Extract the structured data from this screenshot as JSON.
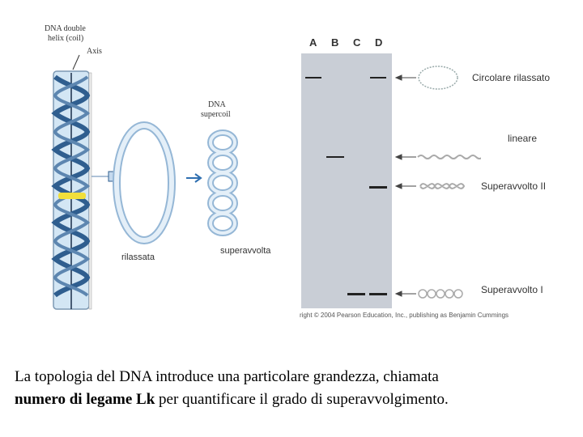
{
  "left_figure": {
    "helix_label_line1": "DNA double",
    "helix_label_line2": "helix (coil)",
    "axis_label": "Axis",
    "supercoil_label_line1": "DNA",
    "supercoil_label_line2": "supercoil",
    "relaxed_label": "rilassata",
    "supercoiled_label": "superavvolta"
  },
  "gel": {
    "lanes": [
      "A",
      "B",
      "C",
      "D"
    ],
    "forms": [
      {
        "name": "Circolare rilassato",
        "bands_in_lanes": [
          "A",
          "D"
        ]
      },
      {
        "name": "lineare",
        "bands_in_lanes": [
          "B"
        ]
      },
      {
        "name": "Superavvolto II",
        "bands_in_lanes": [
          "D"
        ]
      },
      {
        "name": "Superavvolto I",
        "bands_in_lanes": [
          "C",
          "D"
        ]
      }
    ],
    "copyright": "right © 2004 Pearson Education, Inc., publishing as Benjamin Cummings"
  },
  "caption": {
    "part1": "La topologia del DNA introduce una particolare grandezza, chiamata",
    "bold": "numero di legame Lk",
    "part2": " per quantificare il grado di superavvolgimento."
  },
  "colors": {
    "gel": "#c9ced6",
    "helix_blue": "#2f5e8f",
    "tube": "#d3e6f4",
    "highlight": "#f1df3b"
  }
}
